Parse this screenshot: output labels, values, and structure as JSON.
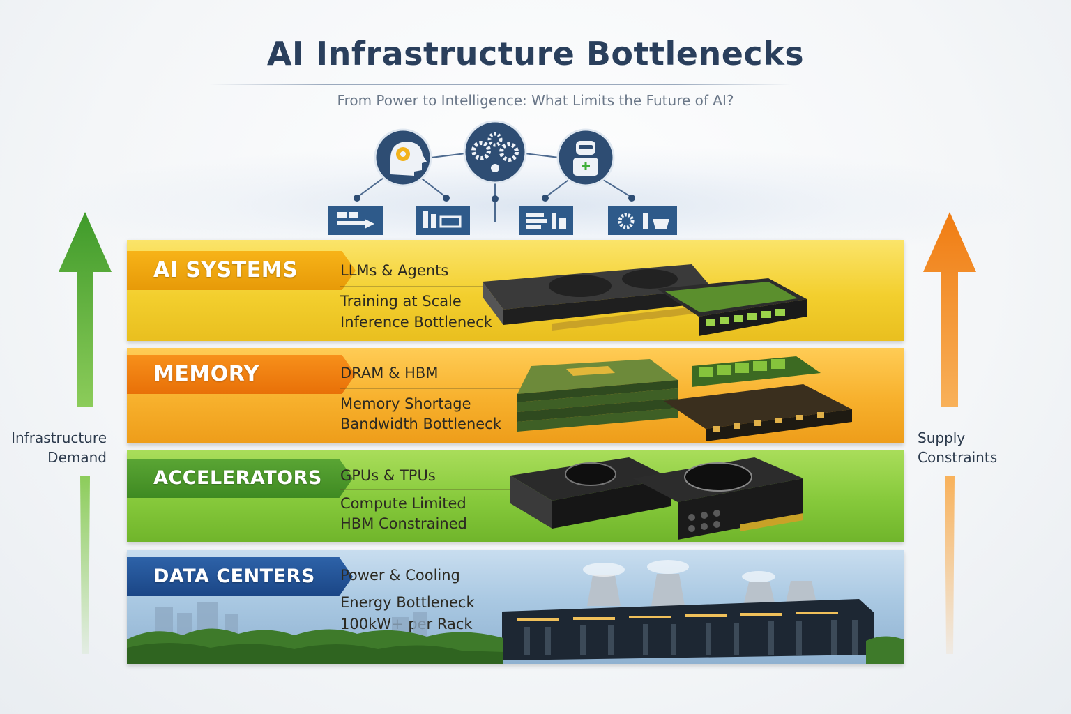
{
  "header": {
    "title": "AI Infrastructure Bottlenecks",
    "subtitle": "From Power to Intelligence: What Limits the Future of AI?"
  },
  "top_icons": {
    "nodes": [
      "brain-gear-icon",
      "gears-icon",
      "robot-icon"
    ],
    "boxes": [
      "flow-chart-icon",
      "bar-panel-icon",
      "document-stack-icon",
      "gear-toolbox-icon"
    ]
  },
  "layers": [
    {
      "label": "AI SYSTEMS",
      "items": [
        "LLMs & Agents",
        "Training at Scale",
        "Inference Bottleneck"
      ],
      "color": "#f2c31f"
    },
    {
      "label": "MEMORY",
      "items": [
        "DRAM & HBM",
        "Memory Shortage",
        "Bandwidth Bottleneck"
      ],
      "color": "#f5a623"
    },
    {
      "label": "ACCELERATORS",
      "items": [
        "GPUs & TPUs",
        "Compute Limited",
        "HBM Constrained"
      ],
      "color": "#7cc33a"
    },
    {
      "label": "DATA CENTERS",
      "items": [
        "Power & Cooling",
        "Energy Bottleneck",
        "100kW+ per Rack"
      ],
      "color": "#2d62a8"
    }
  ],
  "side_labels": {
    "left": [
      "Infrastructure",
      "Demand"
    ],
    "right": [
      "Supply",
      "Constraints"
    ]
  },
  "colors": {
    "title": "#2a3f5c",
    "demand_arrow": "#4c9a2a",
    "supply_arrow": "#f08a14",
    "icon_node": "#2e4d73"
  }
}
